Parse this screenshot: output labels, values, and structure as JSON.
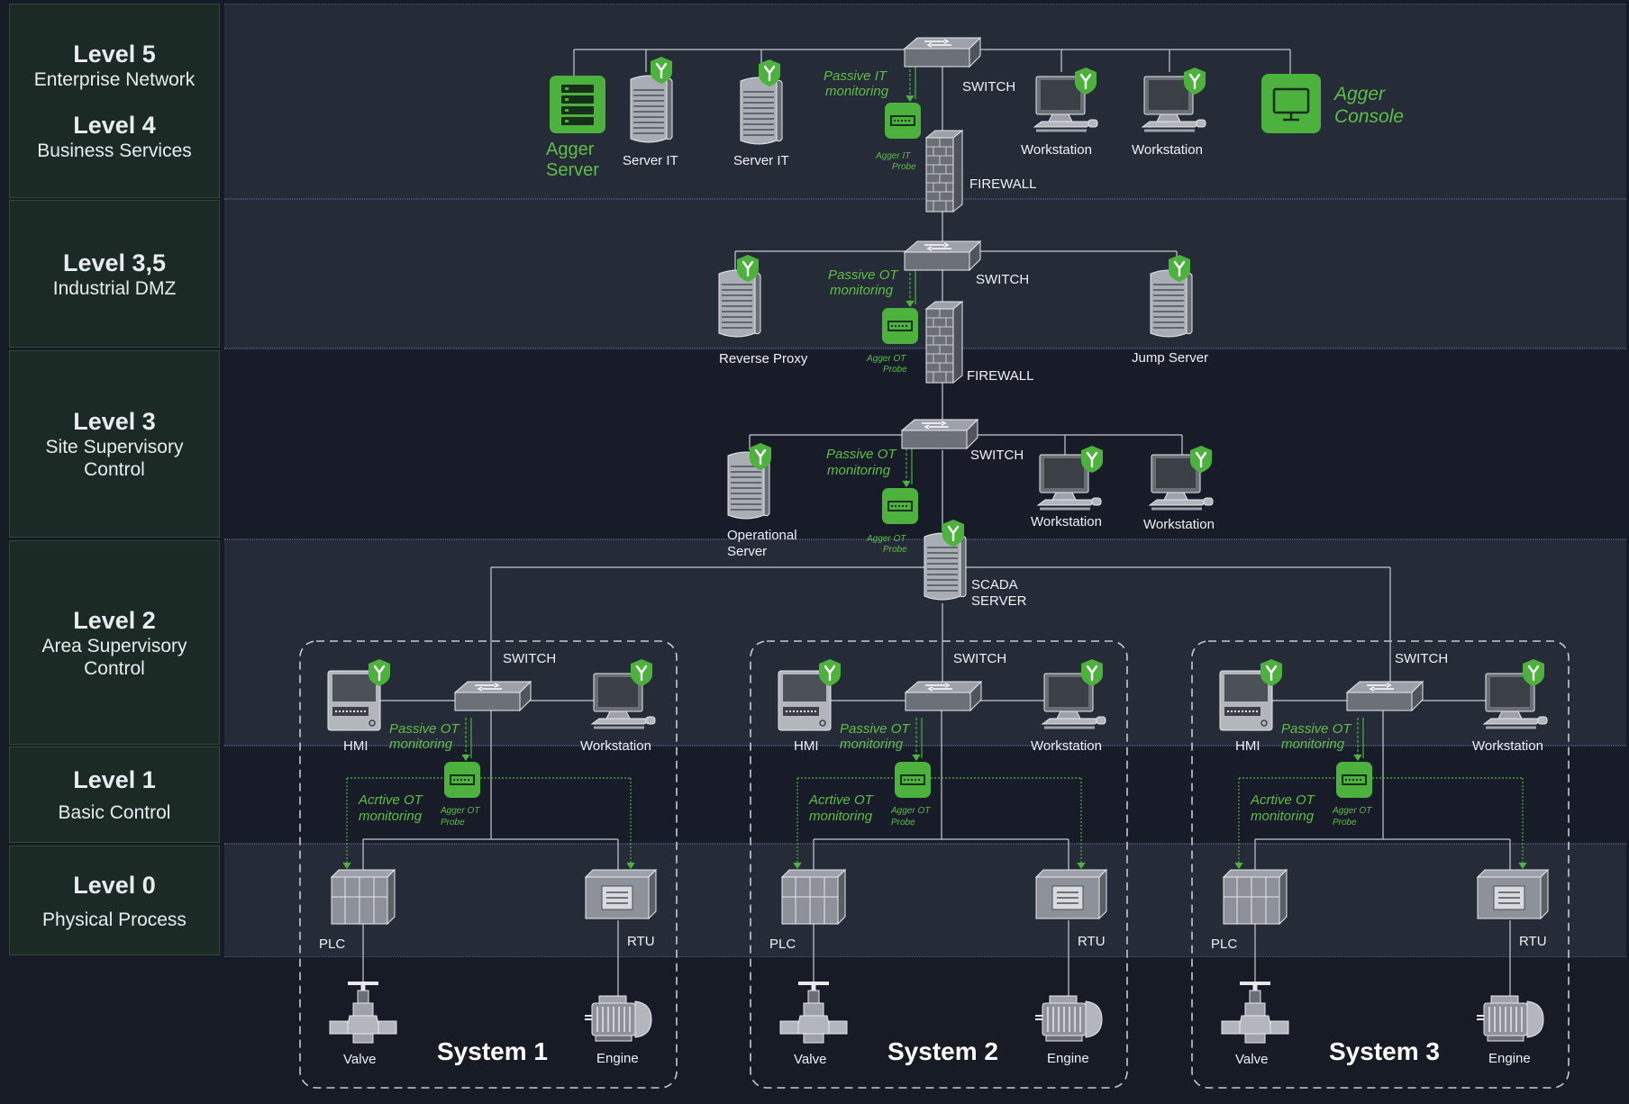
{
  "colors": {
    "accent": "#4cb13d",
    "panel": "#1b2a24",
    "bg_light": "#262b38",
    "bg_dark": "#171c28",
    "line": "#c6c9cf"
  },
  "levels": [
    {
      "title": "Level 5",
      "subtitle": "Enterprise Network"
    },
    {
      "title": "Level 4",
      "subtitle": "Business Services"
    },
    {
      "title": "Level 3,5",
      "subtitle": "Industrial DMZ"
    },
    {
      "title": "Level 3",
      "subtitle": "Site Supervisory Control"
    },
    {
      "title": "Level 2",
      "subtitle": "Area Supervisory Control"
    },
    {
      "title": "Level 1",
      "subtitle": "Basic Control"
    },
    {
      "title": "Level 0",
      "subtitle": "Physical Process"
    }
  ],
  "top": {
    "agger_server": [
      "Agger",
      "Server"
    ],
    "server_it": "Server IT",
    "switch": "SWITCH",
    "firewall": "FIREWALL",
    "workstation": "Workstation",
    "agger_console": [
      "Agger",
      "Console"
    ],
    "passive_it": [
      "Passive IT",
      "monitoring"
    ],
    "it_probe": [
      "Agger IT",
      "Probe"
    ]
  },
  "dmz": {
    "reverse_proxy": "Reverse Proxy",
    "jump_server": "Jump Server",
    "passive_ot": [
      "Passive OT",
      "monitoring"
    ],
    "ot_probe": [
      "Agger OT",
      "Probe"
    ]
  },
  "site": {
    "operational_server": [
      "Operational",
      "Server"
    ],
    "scada_server": [
      "SCADA",
      "SERVER"
    ]
  },
  "area": {
    "hmi": "HMI",
    "active_ot": [
      "Acrtive OT",
      "monitoring"
    ],
    "plc": "PLC",
    "rtu": "RTU",
    "valve": "Valve",
    "engine": "Engine",
    "systems": [
      "System 1",
      "System 2",
      "System 3"
    ]
  }
}
